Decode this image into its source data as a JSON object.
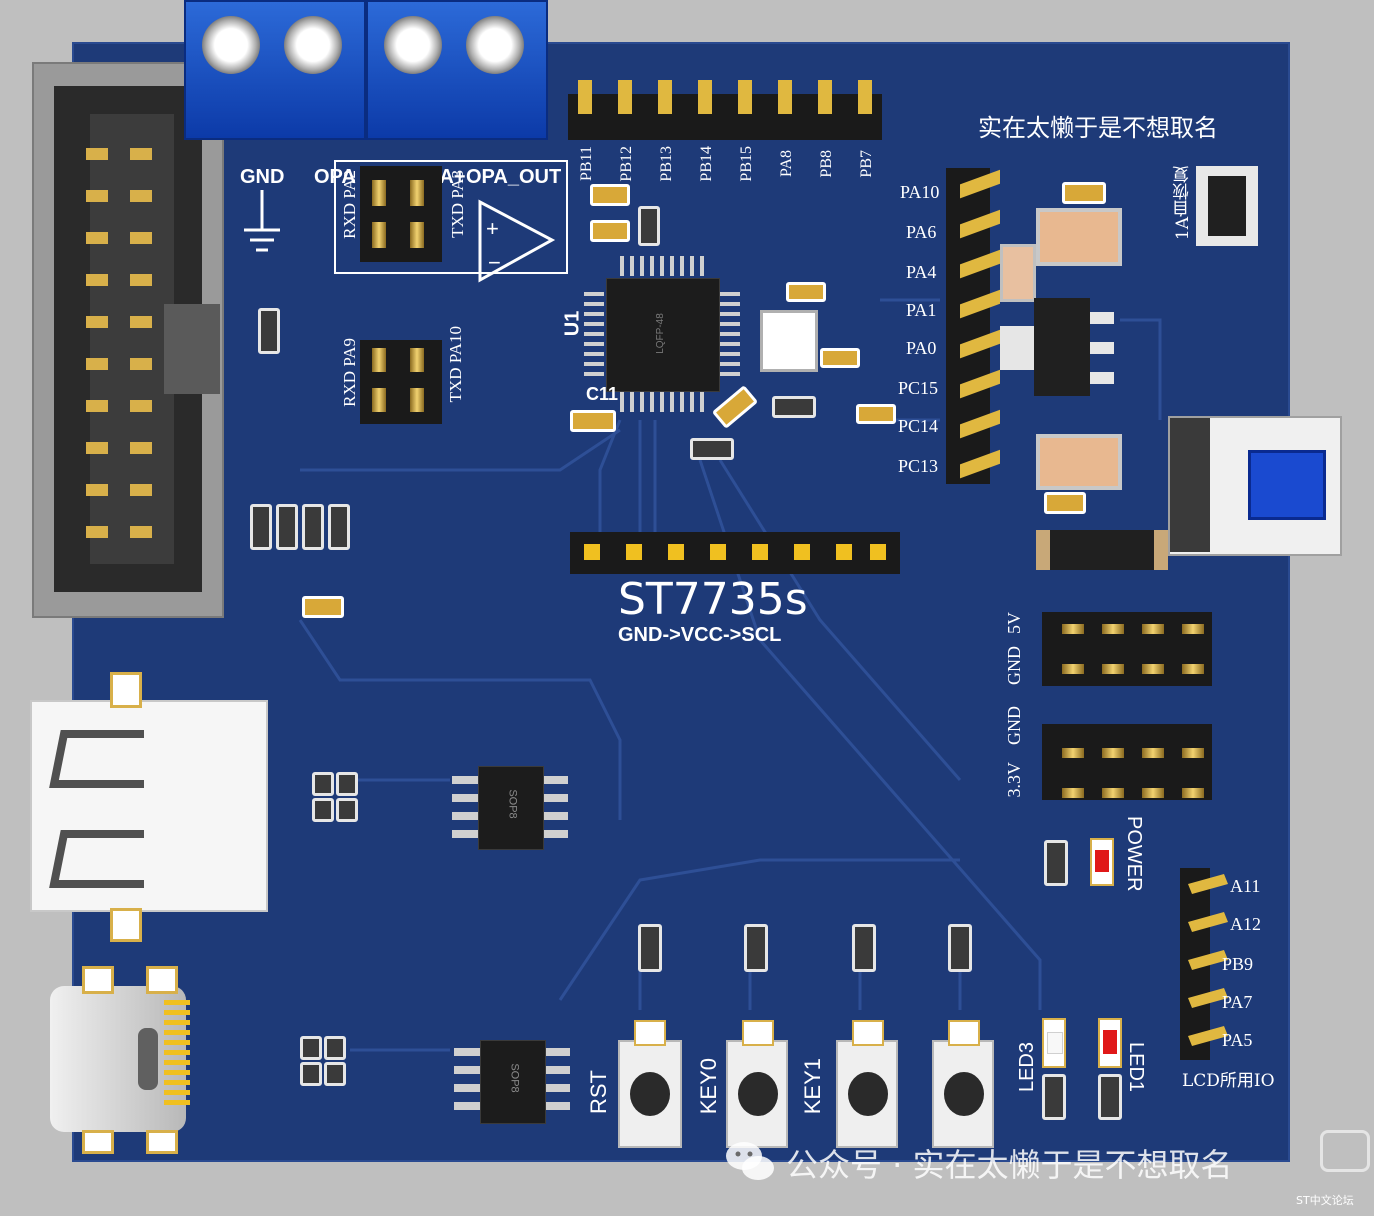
{
  "board": {
    "title": "实在太懒于是不想取名",
    "display_name": "ST7735s",
    "display_pinout": "GND->VCC->SCL",
    "color": "#1e3a78"
  },
  "top_labels": {
    "gnd": "GND",
    "opa": "OPA",
    "opa_plus": "OPA+",
    "opa_out": "OPA_OUT"
  },
  "uart_top": {
    "rxd": "RXD PA2",
    "txd": "TXD PA3"
  },
  "uart_mid": {
    "rxd": "RXD PA9",
    "txd": "TXD PA10"
  },
  "top_header_pins": [
    "PB11",
    "PB12",
    "PB13",
    "PB14",
    "PB15",
    "PA8",
    "PB8",
    "PB7"
  ],
  "right_header_pins": [
    "PA10",
    "PA6",
    "PA4",
    "PA1",
    "PA0",
    "PC15",
    "PC14",
    "PC13"
  ],
  "chip_label": "U1",
  "cap_label": "C11",
  "chip_marking": "LQFP-48",
  "fuse_label": "1A自恢复",
  "power_labels": {
    "v5": "5V",
    "gnd1": "GND",
    "gnd2": "GND",
    "v33": "3.3V"
  },
  "power_led": "POWER",
  "lcd_header": {
    "title": "LCD所用IO",
    "pins": [
      "A11",
      "A12",
      "PB9",
      "PA7",
      "PA5"
    ]
  },
  "sop_label": "SOP8",
  "buttons": [
    "RST",
    "KEY0",
    "KEY1"
  ],
  "leds": [
    "LED3",
    "LED1"
  ],
  "watermark": {
    "text": "公众号 · 实在太懒于是不想取名",
    "corner": "ST中文论坛"
  },
  "icons": [
    "ground-symbol-icon",
    "opamp-symbol-icon",
    "wechat-icon"
  ]
}
